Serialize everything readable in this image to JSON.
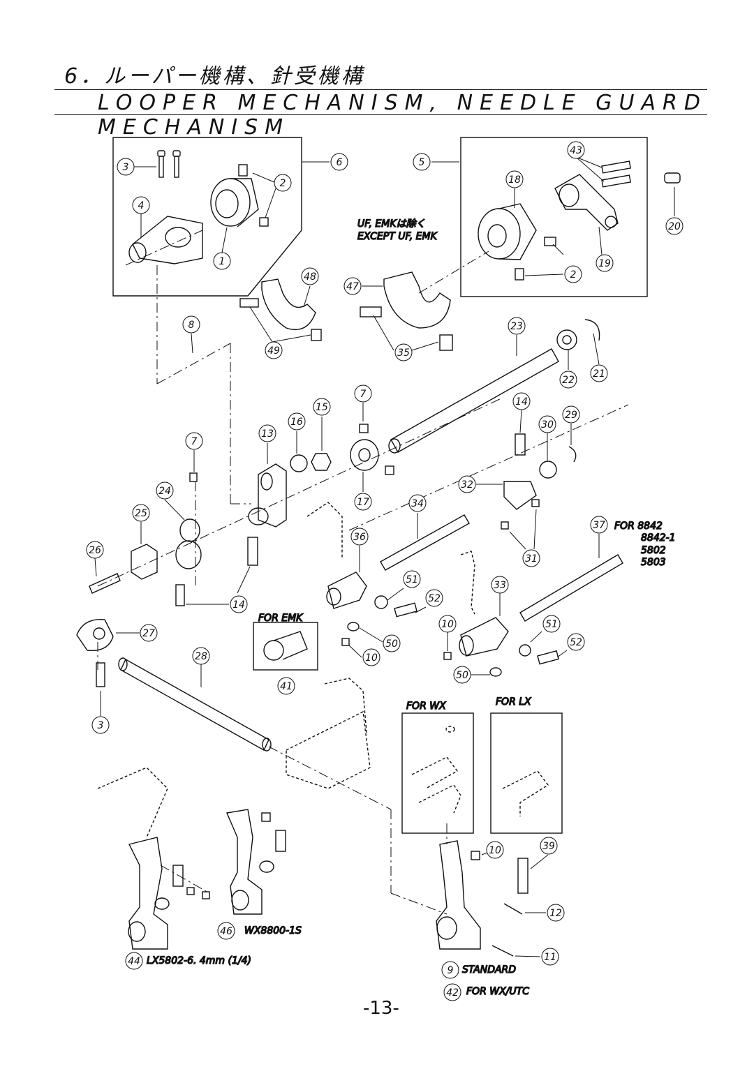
{
  "header": {
    "title_jp": "6．ルーパー機構、針受機構",
    "title_en": "LOOPER MECHANISM, NEEDLE GUARD MECHANISM"
  },
  "page_number": "-13-",
  "notes": {
    "except_jp": "UF, EMKは除く",
    "except_en": "EXCEPT UF, EMK",
    "for_emk": "FOR EMK",
    "for_wx": "FOR WX",
    "for_lx": "FOR LX",
    "for_8842": "FOR 8842",
    "v_8842_1": "8842-1",
    "v_5802": "5802",
    "v_5803": "5803",
    "wx8800": "WX8800-1S",
    "lx5802": "LX5802-6. 4mm (1/4)",
    "standard": "STANDARD",
    "for_wx_utc": "FOR WX/UTC"
  },
  "callouts": [
    {
      "id": "c3a",
      "n": "3"
    },
    {
      "id": "c4",
      "n": "4"
    },
    {
      "id": "c2a",
      "n": "2"
    },
    {
      "id": "c1",
      "n": "1"
    },
    {
      "id": "c6",
      "n": "6"
    },
    {
      "id": "c5",
      "n": "5"
    },
    {
      "id": "c18",
      "n": "18"
    },
    {
      "id": "c43",
      "n": "43"
    },
    {
      "id": "c20",
      "n": "20"
    },
    {
      "id": "c19",
      "n": "19"
    },
    {
      "id": "c2b",
      "n": "2"
    },
    {
      "id": "c47",
      "n": "47"
    },
    {
      "id": "c48",
      "n": "48"
    },
    {
      "id": "c49",
      "n": "49"
    },
    {
      "id": "c35",
      "n": "35"
    },
    {
      "id": "c8",
      "n": "8"
    },
    {
      "id": "c23",
      "n": "23"
    },
    {
      "id": "c22",
      "n": "22"
    },
    {
      "id": "c21",
      "n": "21"
    },
    {
      "id": "c7a",
      "n": "7"
    },
    {
      "id": "c15",
      "n": "15"
    },
    {
      "id": "c16",
      "n": "16"
    },
    {
      "id": "c13",
      "n": "13"
    },
    {
      "id": "c17",
      "n": "17"
    },
    {
      "id": "c7b",
      "n": "7"
    },
    {
      "id": "c24",
      "n": "24"
    },
    {
      "id": "c25",
      "n": "25"
    },
    {
      "id": "c26",
      "n": "26"
    },
    {
      "id": "c14a",
      "n": "14"
    },
    {
      "id": "c14b",
      "n": "14"
    },
    {
      "id": "c30",
      "n": "30"
    },
    {
      "id": "c29",
      "n": "29"
    },
    {
      "id": "c32",
      "n": "32"
    },
    {
      "id": "c31",
      "n": "31"
    },
    {
      "id": "c34",
      "n": "34"
    },
    {
      "id": "c36",
      "n": "36"
    },
    {
      "id": "c37",
      "n": "37"
    },
    {
      "id": "c51a",
      "n": "51"
    },
    {
      "id": "c52a",
      "n": "52"
    },
    {
      "id": "c50a",
      "n": "50"
    },
    {
      "id": "c10a",
      "n": "10"
    },
    {
      "id": "c41",
      "n": "41"
    },
    {
      "id": "c33",
      "n": "33"
    },
    {
      "id": "c10b",
      "n": "10"
    },
    {
      "id": "c51b",
      "n": "51"
    },
    {
      "id": "c52b",
      "n": "52"
    },
    {
      "id": "c50b",
      "n": "50"
    },
    {
      "id": "c27",
      "n": "27"
    },
    {
      "id": "c28",
      "n": "28"
    },
    {
      "id": "c3b",
      "n": "3"
    },
    {
      "id": "c10c",
      "n": "10"
    },
    {
      "id": "c39",
      "n": "39"
    },
    {
      "id": "c12",
      "n": "12"
    },
    {
      "id": "c11",
      "n": "11"
    },
    {
      "id": "c46",
      "n": "46"
    },
    {
      "id": "c44",
      "n": "44"
    },
    {
      "id": "c9",
      "n": "9"
    },
    {
      "id": "c42",
      "n": "42"
    }
  ]
}
